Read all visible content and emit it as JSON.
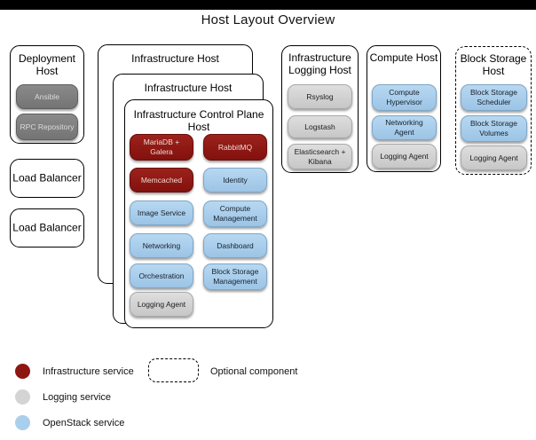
{
  "title": "Host Layout Overview",
  "colors": {
    "infrastructure_service": "#8E1712",
    "logging_service": "#D4D4D4",
    "openstack_service": "#A9CFEC",
    "deployment_tool": "#7F7F7F"
  },
  "hosts": {
    "deployment": {
      "title": "Deployment Host",
      "services": [
        {
          "label": "Ansible",
          "type": "deployment_tool"
        },
        {
          "label": "RPC Repository",
          "type": "deployment_tool"
        }
      ]
    },
    "load_balancers": [
      {
        "title": "Load Balancer"
      },
      {
        "title": "Load Balancer"
      }
    ],
    "infrastructure_stack": {
      "back_title": "Infrastructure Host",
      "middle_title": "Infrastructure Host",
      "control_plane": {
        "title": "Infrastructure Control Plane Host",
        "left_services": [
          {
            "label": "MariaDB + Galera",
            "type": "infrastructure_service"
          },
          {
            "label": "Memcached",
            "type": "infrastructure_service"
          },
          {
            "label": "Image Service",
            "type": "openstack_service"
          },
          {
            "label": "Networking",
            "type": "openstack_service"
          },
          {
            "label": "Orchestration",
            "type": "openstack_service"
          },
          {
            "label": "Logging Agent",
            "type": "logging_service"
          }
        ],
        "right_services": [
          {
            "label": "RabbitMQ",
            "type": "infrastructure_service"
          },
          {
            "label": "Identity",
            "type": "openstack_service"
          },
          {
            "label": "Compute Management",
            "type": "openstack_service"
          },
          {
            "label": "Dashboard",
            "type": "openstack_service"
          },
          {
            "label": "Block Storage Management",
            "type": "openstack_service"
          }
        ]
      }
    },
    "infrastructure_logging": {
      "title": "Infrastructure Logging Host",
      "services": [
        {
          "label": "Rsyslog",
          "type": "logging_service"
        },
        {
          "label": "Logstash",
          "type": "logging_service"
        },
        {
          "label": "Elasticsearch + Kibana",
          "type": "logging_service"
        }
      ]
    },
    "compute": {
      "title": "Compute Host",
      "services": [
        {
          "label": "Compute Hypervisor",
          "type": "openstack_service"
        },
        {
          "label": "Networking Agent",
          "type": "openstack_service"
        },
        {
          "label": "Logging Agent",
          "type": "logging_service"
        }
      ]
    },
    "block_storage": {
      "title": "Block Storage Host",
      "optional": true,
      "services": [
        {
          "label": "Block Storage Scheduler",
          "type": "openstack_service"
        },
        {
          "label": "Block Storage Volumes",
          "type": "openstack_service"
        },
        {
          "label": "Logging Agent",
          "type": "logging_service"
        }
      ]
    }
  },
  "legend": {
    "items": [
      {
        "swatch": "infrastructure_service",
        "label": "Infrastructure service"
      },
      {
        "swatch": "logging_service",
        "label": "Logging service"
      },
      {
        "swatch": "openstack_service",
        "label": "OpenStack service"
      }
    ],
    "optional": {
      "label": "Optional component"
    }
  }
}
